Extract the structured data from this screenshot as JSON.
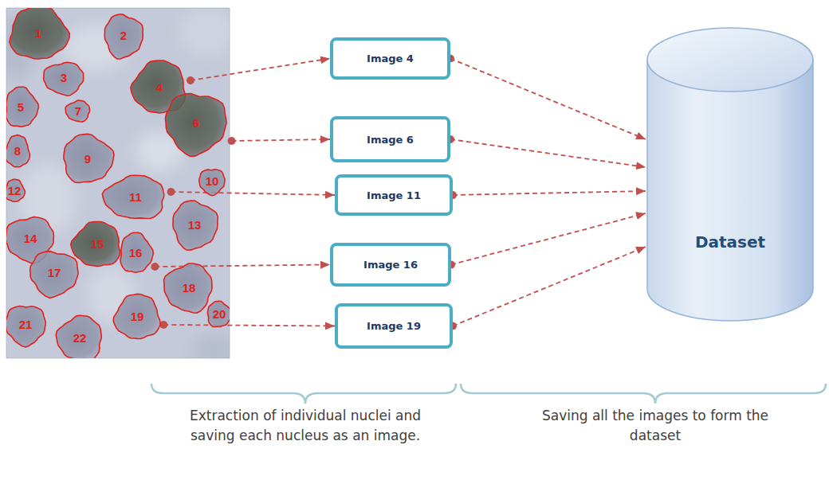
{
  "diagram": {
    "nodes": [
      {
        "text": [
          "1"
        ]
      },
      {
        "text": [
          "2"
        ]
      },
      {
        "text": [
          "3"
        ]
      },
      {
        "text": [
          "4"
        ]
      },
      {
        "text": [
          "5"
        ]
      },
      {
        "text": [
          "6"
        ]
      },
      {
        "text": [
          "7"
        ]
      },
      {
        "text": [
          "8"
        ]
      },
      {
        "text": [
          "9"
        ]
      },
      {
        "text": [
          "10"
        ]
      },
      {
        "text": [
          "11"
        ]
      },
      {
        "text": [
          "12"
        ]
      },
      {
        "text": [
          "13"
        ]
      },
      {
        "text": [
          "14"
        ]
      },
      {
        "text": [
          "15"
        ]
      },
      {
        "text": [
          "16"
        ]
      },
      {
        "text": [
          "17"
        ]
      },
      {
        "text": [
          "18"
        ]
      },
      {
        "text": [
          "19"
        ]
      },
      {
        "text": [
          "20"
        ]
      },
      {
        "text": [
          "21"
        ]
      },
      {
        "text": [
          "22"
        ]
      },
      {
        "text": [
          "Image 4"
        ]
      },
      {
        "text": [
          "Image 6"
        ]
      },
      {
        "text": [
          "Image 11"
        ]
      },
      {
        "text": [
          "Image 16"
        ]
      },
      {
        "text": [
          "Image 19"
        ]
      },
      {
        "text": [
          "Dataset"
        ]
      }
    ],
    "edges": [
      {
        "from": 3,
        "to": 22,
        "arrow": "to"
      },
      {
        "from": 5,
        "to": 23,
        "arrow": "to"
      },
      {
        "from": 10,
        "to": 24,
        "arrow": "to"
      },
      {
        "from": 15,
        "to": 25,
        "arrow": "to"
      },
      {
        "from": 18,
        "to": 26,
        "arrow": "to"
      },
      {
        "from": 22,
        "to": 27,
        "arrow": "to"
      },
      {
        "from": 23,
        "to": 27,
        "arrow": "to"
      },
      {
        "from": 24,
        "to": 27,
        "arrow": "to"
      },
      {
        "from": 25,
        "to": 27,
        "arrow": "to"
      },
      {
        "from": 26,
        "to": 27,
        "arrow": "to"
      }
    ],
    "labels": [
      "Extraction of individual nuclei and saving each nucleus as an image.",
      "Saving all the images to form the dataset"
    ]
  }
}
